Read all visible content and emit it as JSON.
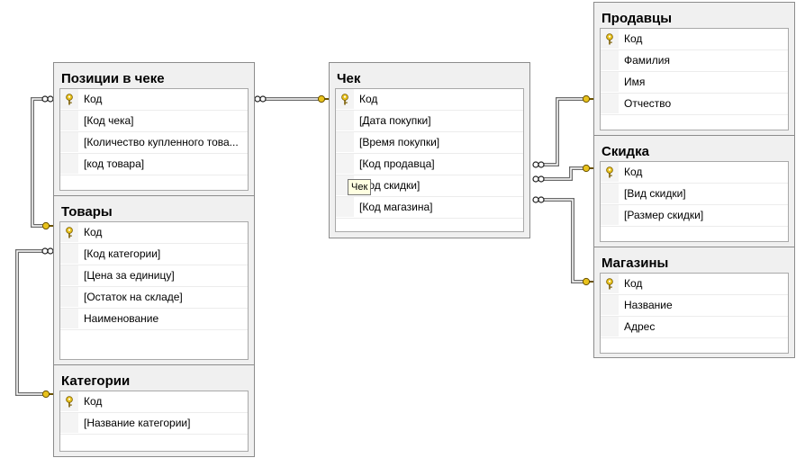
{
  "tables": [
    {
      "id": "pozicii",
      "title": "Позиции в чеке",
      "fields": [
        {
          "label": "Код",
          "pk": true
        },
        {
          "label": "[Код чека]",
          "pk": false
        },
        {
          "label": "[Количество купленного това...",
          "pk": false
        },
        {
          "label": "[код товара]",
          "pk": false
        }
      ]
    },
    {
      "id": "tovary",
      "title": "Товары",
      "fields": [
        {
          "label": "Код",
          "pk": true
        },
        {
          "label": "[Код категории]",
          "pk": false
        },
        {
          "label": "[Цена за единицу]",
          "pk": false
        },
        {
          "label": "[Остаток на складе]",
          "pk": false
        },
        {
          "label": "Наименование",
          "pk": false
        }
      ]
    },
    {
      "id": "kategorii",
      "title": "Категории",
      "fields": [
        {
          "label": "Код",
          "pk": true
        },
        {
          "label": "[Название категории]",
          "pk": false
        }
      ]
    },
    {
      "id": "chek",
      "title": "Чек",
      "fields": [
        {
          "label": "Код",
          "pk": true
        },
        {
          "label": "[Дата покупки]",
          "pk": false
        },
        {
          "label": "[Время покупки]",
          "pk": false
        },
        {
          "label": "[Код продавца]",
          "pk": false
        },
        {
          "label": "[Код скидки]",
          "pk": false
        },
        {
          "label": "[Код магазина]",
          "pk": false
        }
      ]
    },
    {
      "id": "prodavcy",
      "title": "Продавцы",
      "fields": [
        {
          "label": "Код",
          "pk": true
        },
        {
          "label": "Фамилия",
          "pk": false
        },
        {
          "label": "Имя",
          "pk": false
        },
        {
          "label": "Отчество",
          "pk": false
        }
      ]
    },
    {
      "id": "skidka",
      "title": "Скидка",
      "fields": [
        {
          "label": "Код",
          "pk": true
        },
        {
          "label": "[Вид скидки]",
          "pk": false
        },
        {
          "label": "[Размер скидки]",
          "pk": false
        }
      ]
    },
    {
      "id": "magaziny",
      "title": "Магазины",
      "fields": [
        {
          "label": "Код",
          "pk": true
        },
        {
          "label": "Название",
          "pk": false
        },
        {
          "label": "Адрес",
          "pk": false
        }
      ]
    }
  ],
  "relations": [
    {
      "from": "pozicii",
      "to": "chek"
    },
    {
      "from": "pozicii",
      "to": "tovary"
    },
    {
      "from": "tovary",
      "to": "kategorii"
    },
    {
      "from": "chek",
      "to": "prodavcy"
    },
    {
      "from": "chek",
      "to": "skidka"
    },
    {
      "from": "chek",
      "to": "magaziny"
    }
  ],
  "tooltip": "Чек",
  "colors": {
    "key": "#e8c21c",
    "line": "#6a6a6a",
    "table_bg": "#f0f0f0",
    "table_border": "#8c8c8c"
  }
}
